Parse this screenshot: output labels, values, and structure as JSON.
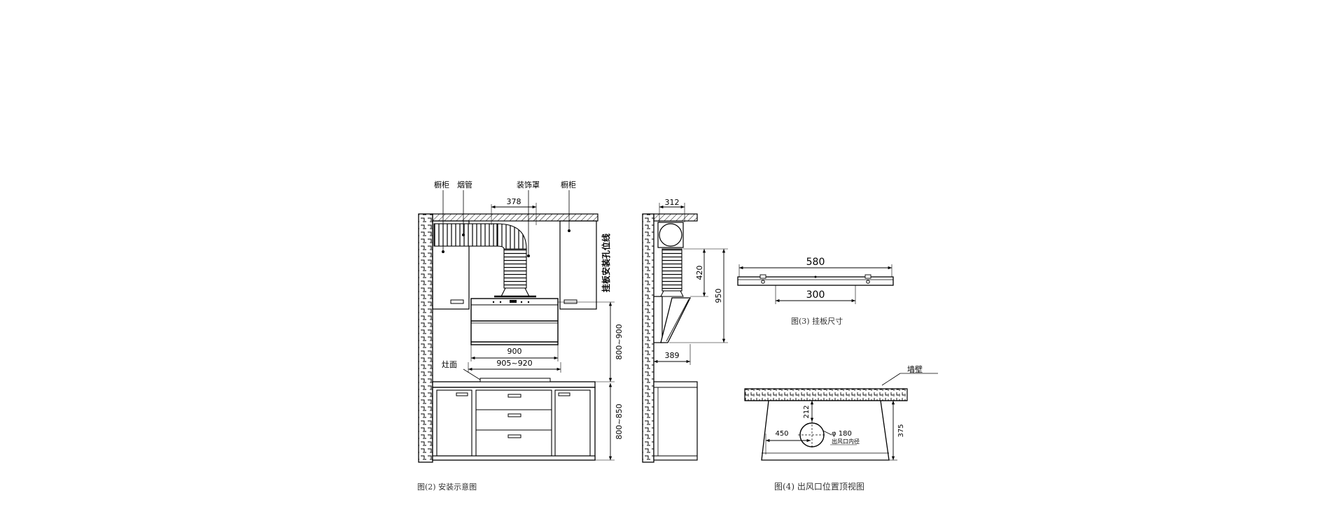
{
  "fig2": {
    "labels": {
      "cabinet_left": "橱柜",
      "smoke_pipe": "烟管",
      "decor_cover": "装饰罩",
      "cabinet_right": "橱柜",
      "stove_top": "灶面",
      "mount_hole_line": "挂板安装孔位线"
    },
    "dims": {
      "cover_offset": "378",
      "hood_width": "900",
      "hood_total_width": "905~920",
      "hood_height": "800~900",
      "cabinet_height": "800~850"
    },
    "caption": "图(2) 安装示意图"
  },
  "side": {
    "dims": {
      "depth_top": "312",
      "pipe_height": "420",
      "total_height": "950",
      "depth_bottom": "389"
    }
  },
  "fig3": {
    "dims": {
      "plate_width": "580",
      "hole_spacing": "300"
    },
    "caption": "图(3) 挂板尺寸"
  },
  "fig4": {
    "labels": {
      "wall": "墙壁",
      "outlet_label": "出风口内径"
    },
    "dims": {
      "outlet_dia": "φ 180",
      "offset_side": "450",
      "offset_wall": "212",
      "depth": "375"
    },
    "caption": "图(4) 出风口位置顶视图"
  }
}
